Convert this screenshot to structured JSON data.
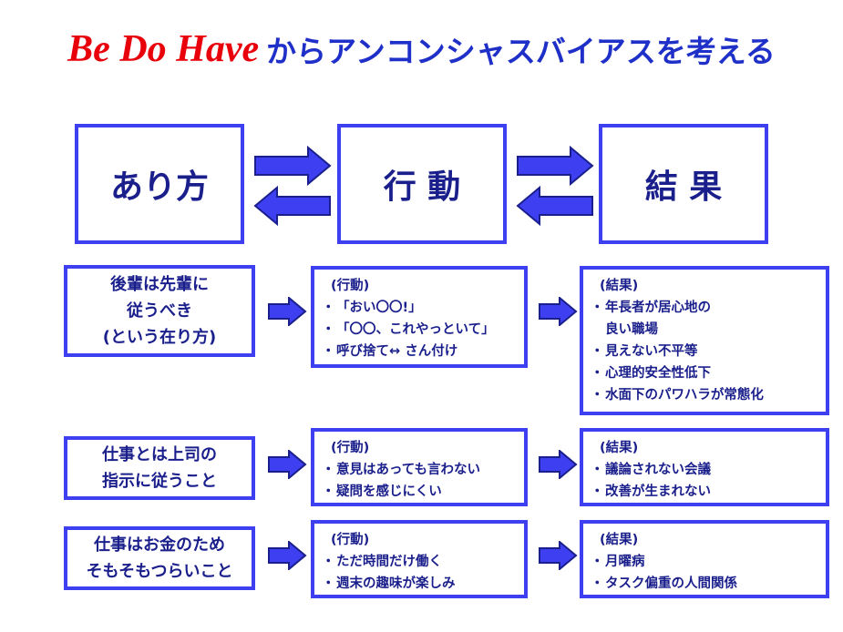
{
  "title": {
    "brand": "Be Do Have",
    "subtitle": "からアンコンシャスバイアスを考える"
  },
  "stages": [
    "あり方",
    "行 動",
    "結 果"
  ],
  "rows": [
    {
      "stance": [
        "後輩は先輩に",
        "従うべき",
        "(という在り方)"
      ],
      "action_header": "(行動)",
      "actions": [
        "「おい〇〇!」",
        "「〇〇、これやっといて」",
        "呼び捨て↔ さん付け"
      ],
      "result_header": "(結果)",
      "results": [
        {
          "text": "年長者が居心地の",
          "cont": "良い職場"
        },
        {
          "text": "見えない不平等"
        },
        {
          "text": "心理的安全性低下"
        },
        {
          "text": "水面下のパワハラが常態化"
        }
      ]
    },
    {
      "stance": [
        "仕事とは上司の",
        "指示に従うこと"
      ],
      "action_header": "(行動)",
      "actions": [
        "意見はあっても言わない",
        "疑問を感じにくい"
      ],
      "result_header": "(結果)",
      "results": [
        {
          "text": "議論されない会議"
        },
        {
          "text": "改善が生まれない"
        }
      ]
    },
    {
      "stance": [
        "仕事はお金のため",
        "そもそもつらいこと"
      ],
      "action_header": "(行動)",
      "actions": [
        "ただ時間だけ働く",
        "週末の趣味が楽しみ"
      ],
      "result_header": "(結果)",
      "results": [
        {
          "text": "月曜病"
        },
        {
          "text": "タスク偏重の人間関係"
        }
      ]
    }
  ],
  "colors": {
    "brand_red": "#e8000b",
    "title_blue": "#1f30c8",
    "border_blue": "#3d3ff0",
    "text_navy": "#1a1f8c"
  }
}
